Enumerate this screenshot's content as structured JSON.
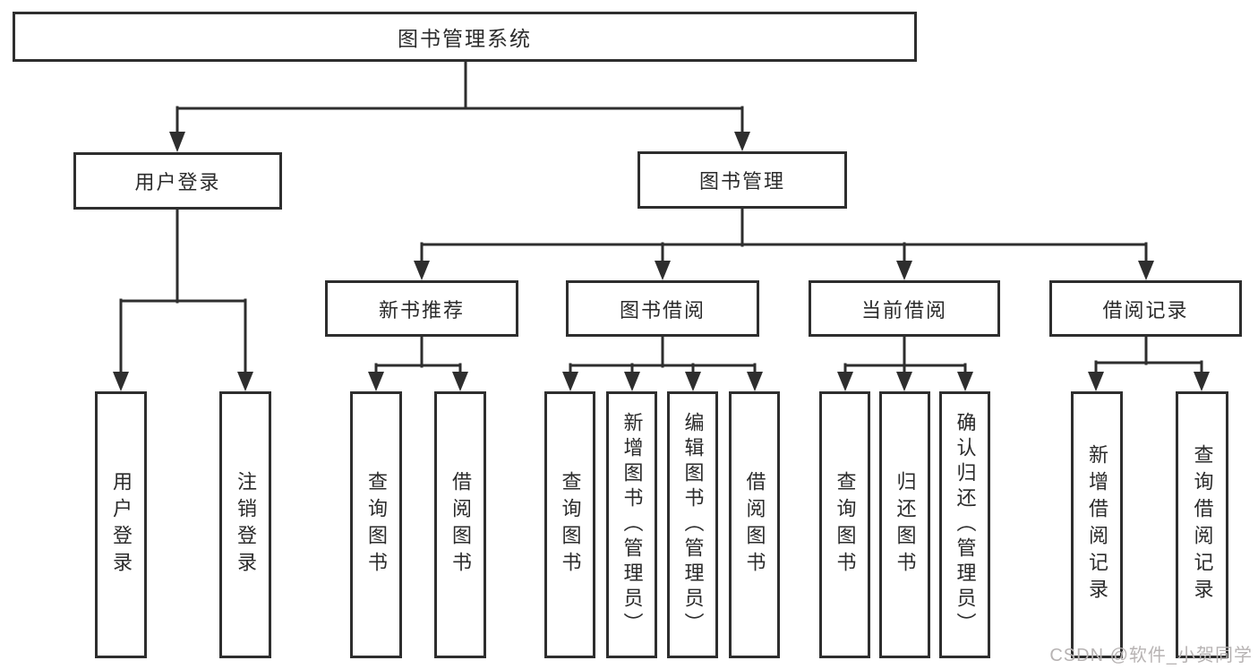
{
  "diagram_title": "图书管理系统",
  "nodes": {
    "root": "图书管理系统",
    "level2": [
      {
        "label": "用户登录"
      },
      {
        "label": "图书管理"
      }
    ],
    "level3": [
      {
        "label": "新书推荐"
      },
      {
        "label": "图书借阅"
      },
      {
        "label": "当前借阅"
      },
      {
        "label": "借阅记录"
      }
    ],
    "leaves": {
      "login": [
        "用户登录",
        "注销登录"
      ],
      "recommend": [
        "查询图书",
        "借阅图书"
      ],
      "borrow": [
        "查询图书",
        "新增图书（管理员）",
        "编辑图书（管理员）",
        "借阅图书"
      ],
      "current": [
        "查询图书",
        "归还图书",
        "确认归还（管理员）"
      ],
      "record": [
        "新增借阅记录",
        "查询借阅记录"
      ]
    }
  },
  "watermark": "CSDN @软件_小贺同学",
  "colors": {
    "line": "#2e2e2e",
    "text": "#2b2b2b",
    "box_bg": "#ffffff",
    "page_bg": "#ffffff",
    "watermark": "#b7b3b3"
  }
}
